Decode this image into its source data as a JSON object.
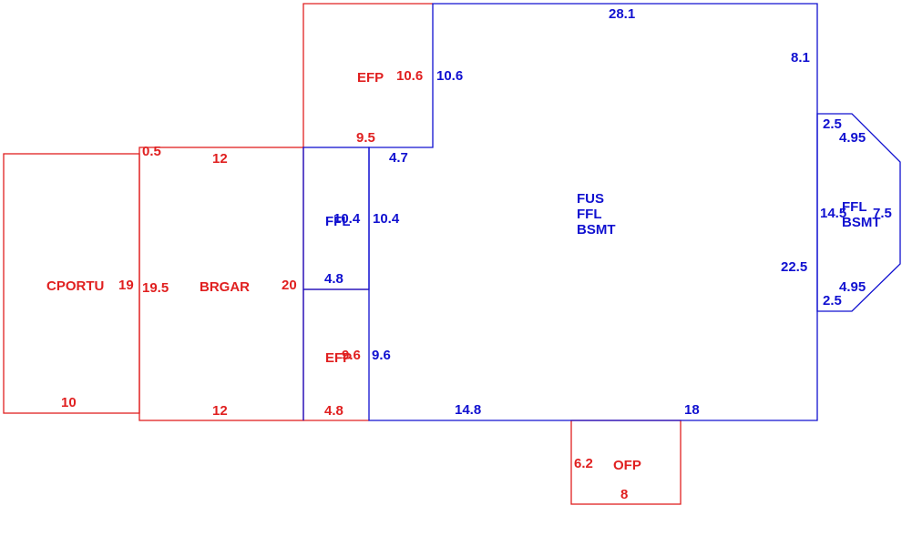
{
  "colors": {
    "red": "#e02020",
    "blue": "#1010d0"
  },
  "cportu": {
    "name": "CPORTU",
    "side_right": "19",
    "side_bottom": "10"
  },
  "brgar": {
    "name": "BRGAR",
    "side_top": "12",
    "side_top_offset": "0.5",
    "side_left": "19.5",
    "side_right": "20",
    "side_bottom": "12"
  },
  "efp_top": {
    "name": "EFP",
    "side_right": "10.6",
    "side_bottom": "9.5"
  },
  "efp_bottom": {
    "name": "EFP",
    "side_right": "9.6",
    "side_bottom": "4.8"
  },
  "ffl_small": {
    "name": "FFL",
    "side_left": "10.4",
    "side_right": "10.4",
    "side_bottom": "4.8"
  },
  "main": {
    "label_line1": "FUS",
    "label_line2": "FFL",
    "label_line3": "BSMT",
    "side_top": "28.1",
    "side_right_upper": "8.1",
    "side_right_lower": "22.5",
    "side_left_upper": "10.6",
    "side_left_lower": "9.6",
    "side_notch": "4.7",
    "side_bottom_left": "14.8",
    "side_bottom_right": "18",
    "side_middle": "10.4"
  },
  "bay": {
    "label_line1": "FFL",
    "label_line2": "BSMT",
    "side_left": "14.5",
    "side_right": "7.5",
    "side_top_short": "2.5",
    "side_top_diag": "4.95",
    "side_bottom_short": "2.5",
    "side_bottom_diag": "4.95"
  },
  "ofp": {
    "name": "OFP",
    "side_left": "6.2",
    "side_bottom": "8"
  }
}
